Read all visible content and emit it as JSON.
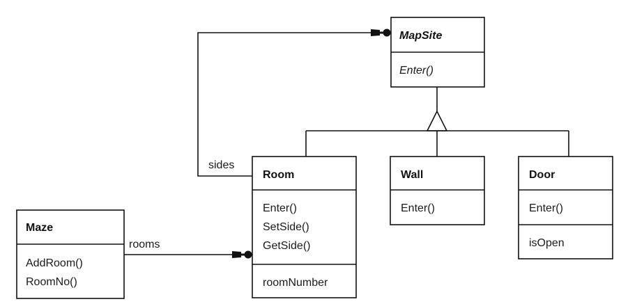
{
  "diagram": {
    "type": "UML class diagram",
    "classes": [
      {
        "id": "mapsite",
        "name": "MapSite",
        "abstract": true,
        "compartments": [
          [
            "Enter()"
          ]
        ],
        "italic_operations": true
      },
      {
        "id": "room",
        "name": "Room",
        "abstract": false,
        "compartments": [
          [
            "Enter()",
            "SetSide()",
            "GetSide()"
          ],
          [
            "roomNumber"
          ]
        ]
      },
      {
        "id": "wall",
        "name": "Wall",
        "abstract": false,
        "compartments": [
          [
            "Enter()"
          ]
        ]
      },
      {
        "id": "door",
        "name": "Door",
        "abstract": false,
        "compartments": [
          [
            "Enter()"
          ],
          [
            "isOpen"
          ]
        ]
      },
      {
        "id": "maze",
        "name": "Maze",
        "abstract": false,
        "compartments": [
          [
            "AddRoom()",
            "RoomNo()"
          ]
        ]
      }
    ],
    "relationships": [
      {
        "type": "inheritance",
        "from": [
          "room",
          "wall",
          "door"
        ],
        "to": "mapsite"
      },
      {
        "type": "aggregation-many",
        "from": "room",
        "to": "mapsite",
        "label": "sides"
      },
      {
        "type": "aggregation-many",
        "from": "maze",
        "to": "room",
        "label": "rooms"
      }
    ],
    "colors": {
      "stroke": "#111111",
      "text": "#1a1a1a",
      "background": "#ffffff"
    }
  }
}
